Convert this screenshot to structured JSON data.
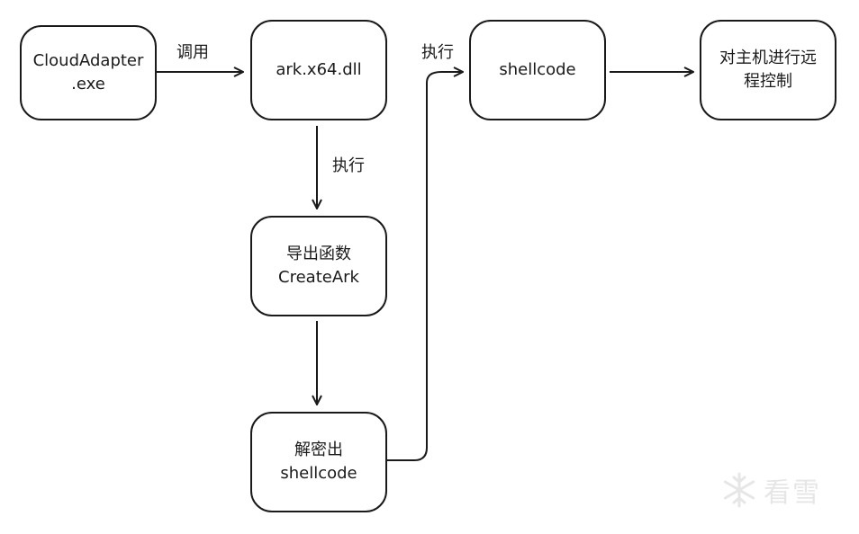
{
  "nodes": {
    "cloudadapter": {
      "line1": "CloudAdapter",
      "line2": ".exe"
    },
    "arkdll": {
      "line1": "ark.x64.dll"
    },
    "export_fn": {
      "line1": "导出函数",
      "line2": "CreateArk"
    },
    "decrypt": {
      "line1": "解密出",
      "line2": "shellcode"
    },
    "shellcode": {
      "line1": "shellcode"
    },
    "remote": {
      "line1": "对主机进行远",
      "line2": "程控制"
    }
  },
  "edges": {
    "call_label": "调用",
    "exec_label_down": "执行",
    "exec_label_right": "执行"
  },
  "watermark": {
    "text": "看雪",
    "icon": "snowflake-icon"
  }
}
